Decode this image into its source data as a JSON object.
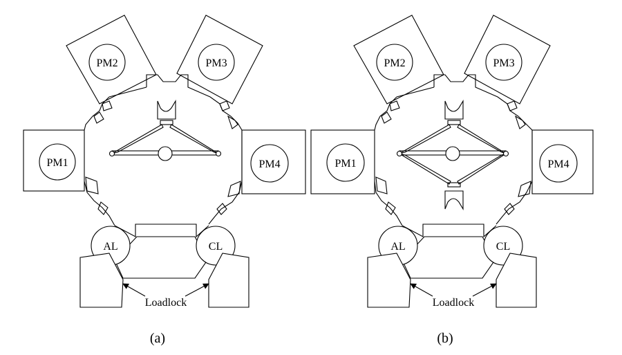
{
  "diagrams": [
    {
      "caption": "(a)",
      "modules": {
        "pm1": "PM1",
        "pm2": "PM2",
        "pm3": "PM3",
        "pm4": "PM4",
        "al": "AL",
        "cl": "CL"
      },
      "loadlock": "Loadlock",
      "robot": "single-arm"
    },
    {
      "caption": "(b)",
      "modules": {
        "pm1": "PM1",
        "pm2": "PM2",
        "pm3": "PM3",
        "pm4": "PM4",
        "al": "AL",
        "cl": "CL"
      },
      "loadlock": "Loadlock",
      "robot": "dual-arm"
    }
  ]
}
